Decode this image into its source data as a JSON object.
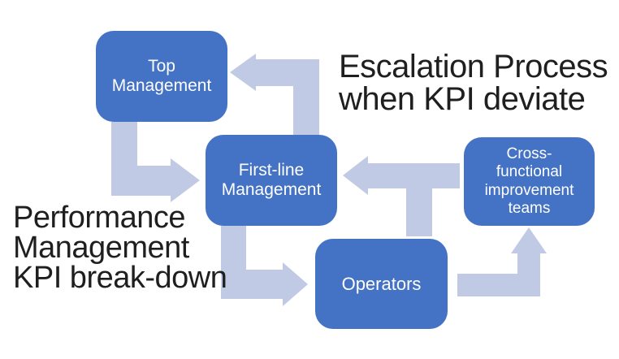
{
  "diagram": {
    "background": "#ffffff",
    "colors": {
      "box_fill": "#4472C4",
      "box_text": "#ffffff",
      "arrow_fill": "#C1CAE5",
      "label_text": "#1f1f1f"
    },
    "labels": {
      "escalation": {
        "text": "Escalation Process\nwhen KPI deviate"
      },
      "performance": {
        "text": "Performance\nManagement\nKPI break-down"
      }
    },
    "nodes": [
      {
        "id": "top-management",
        "label": "Top\nManagement"
      },
      {
        "id": "first-line-management",
        "label": "First-line\nManagement"
      },
      {
        "id": "operators",
        "label": "Operators"
      },
      {
        "id": "cross-functional-improvement-teams",
        "label": "Cross-\nfunctional\nimprovement\nteams"
      }
    ],
    "arrows": [
      {
        "from": "top-management",
        "to": "first-line-management",
        "shape": "elbow-down-right"
      },
      {
        "from": "first-line-management",
        "to": "top-management",
        "shape": "elbow-up-left"
      },
      {
        "from": "first-line-management",
        "to": "operators",
        "shape": "elbow-down-right"
      },
      {
        "from": "operators",
        "to": "cross-functional-improvement-teams",
        "shape": "elbow-right-up"
      },
      {
        "from": "cross-functional-improvement-teams",
        "to": "first-line-management",
        "shape": "left-with-stem-from-operators"
      }
    ]
  }
}
